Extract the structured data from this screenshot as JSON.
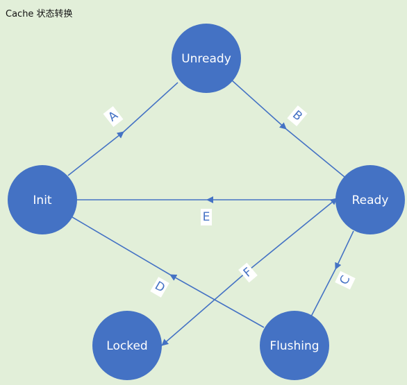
{
  "title": "Cache 状态转换",
  "nodes": {
    "unready": "Unready",
    "init": "Init",
    "ready": "Ready",
    "locked": "Locked",
    "flushing": "Flushing"
  },
  "edges": {
    "a": "A",
    "b": "B",
    "c": "C",
    "d": "D",
    "e": "E",
    "f": "F"
  },
  "colors": {
    "background": "#e2efd9",
    "node_fill": "#4472c4",
    "edge": "#4472c4",
    "node_text": "#ffffff"
  }
}
